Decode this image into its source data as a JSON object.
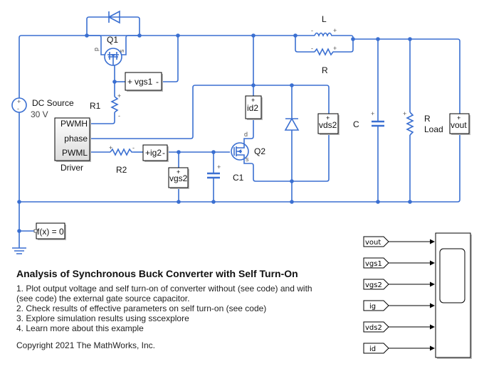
{
  "diagram": {
    "blocks": {
      "dc_source": {
        "name": "DC Source",
        "value": "30 V"
      },
      "q1": {
        "name": "Q1",
        "drain_pin": "d",
        "source_pin": "s"
      },
      "q2": {
        "name": "Q2",
        "drain_pin": "d",
        "source_pin": "s"
      },
      "r1": {
        "name": "R1"
      },
      "r2": {
        "name": "R2"
      },
      "c1": {
        "name": "C1"
      },
      "l": {
        "name": "L"
      },
      "r": {
        "name": "R"
      },
      "c": {
        "name": "C"
      },
      "r_load": {
        "name_line1": "R",
        "name_line2": "Load"
      },
      "driver": {
        "name": "Driver",
        "ports": [
          "PWMH",
          "phase",
          "PWML"
        ]
      },
      "solver": {
        "label": "f(x) = 0"
      },
      "sensors": {
        "vgs1": "vgs1",
        "ig2": "ig2",
        "vgs2": "vgs2",
        "id2": "id2",
        "vds2": "vds2",
        "vout": "vout"
      },
      "plus_sign": "+",
      "minus_sign": "-"
    },
    "scope_inputs": [
      "vout",
      "vgs1",
      "vgs2",
      "ig",
      "vds2",
      "id"
    ]
  },
  "notes": {
    "title": "Analysis of Synchronous Buck Converter with Self Turn-On",
    "items": [
      "1. Plot output voltage and self turn-on of converter without (see code) and with (see code) the external gate source capacitor.",
      "2. Check results of effective parameters on self turn-on (see code)",
      "3. Explore simulation results using sscexplore",
      "4. Learn more about this example"
    ],
    "copyright": "Copyright 2021 The MathWorks, Inc."
  },
  "colors": {
    "wire": "#3a6fd1",
    "block_border": "#000000",
    "background": "#ffffff"
  }
}
